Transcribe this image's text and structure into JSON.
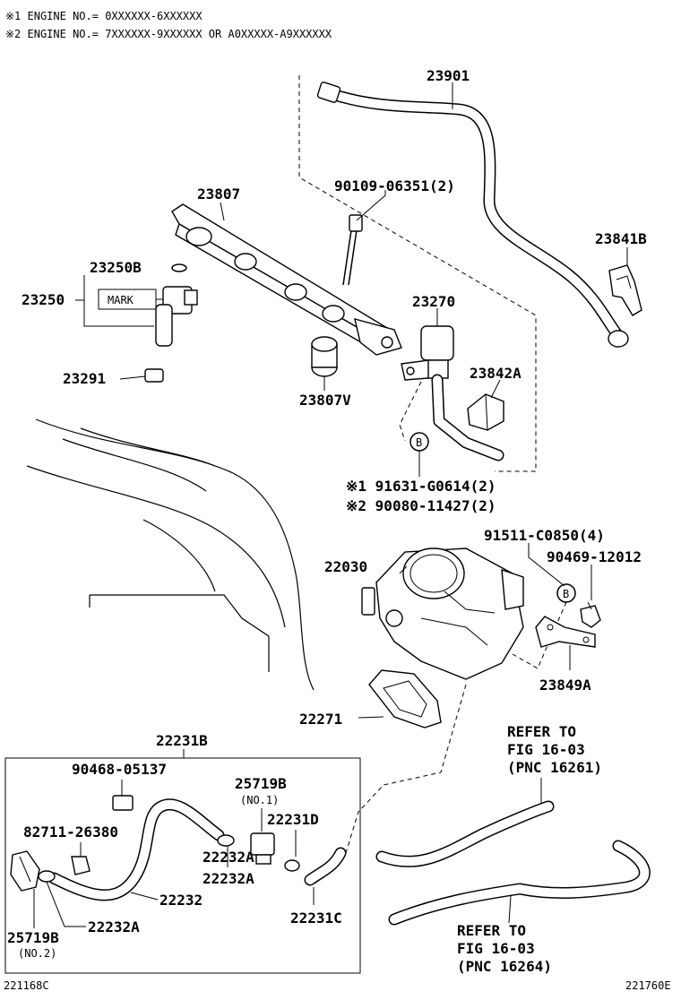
{
  "notes": {
    "n1": "※1 ENGINE NO.= 0XXXXXX-6XXXXXX",
    "n2": "※2 ENGINE NO.= 7XXXXXX-9XXXXXX OR A0XXXXX-A9XXXXXX"
  },
  "labels": {
    "p23901": "23901",
    "p90109": "90109-06351(2)",
    "p23807": "23807",
    "p23841B": "23841B",
    "p23250B": "23250B",
    "p23250": "23250",
    "mark": "MARK",
    "p23270": "23270",
    "p23291": "23291",
    "p23842A": "23842A",
    "p23807V": "23807V",
    "callout_b1": "B",
    "p91631": "※1 91631-G0614(2)",
    "p90080": "※2 90080-11427(2)",
    "p91511": "91511-C0850(4)",
    "p22030": "22030",
    "p90469": "90469-12012",
    "callout_b2": "B",
    "p23849A": "23849A",
    "p22271": "22271",
    "p22231B": "22231B",
    "refer1_a": "REFER TO",
    "refer1_b": "FIG 16-03",
    "refer1_c": "(PNC 16261)",
    "p90468": "90468-05137",
    "p25719B_1": "25719B",
    "p25719B_1_sub": "(NO.1)",
    "p82711": "82711-26380",
    "p22231D": "22231D",
    "p22232A_a": "22232A",
    "p22232": "22232",
    "p22231C": "22231C",
    "p22232A_b": "22232A",
    "p25719B_2": "25719B",
    "p25719B_2_sub": "(NO.2)",
    "refer2_a": "REFER TO",
    "refer2_b": "FIG 16-03",
    "refer2_c": "(PNC 16264)",
    "code_left": "221168C",
    "code_right": "221760E"
  }
}
